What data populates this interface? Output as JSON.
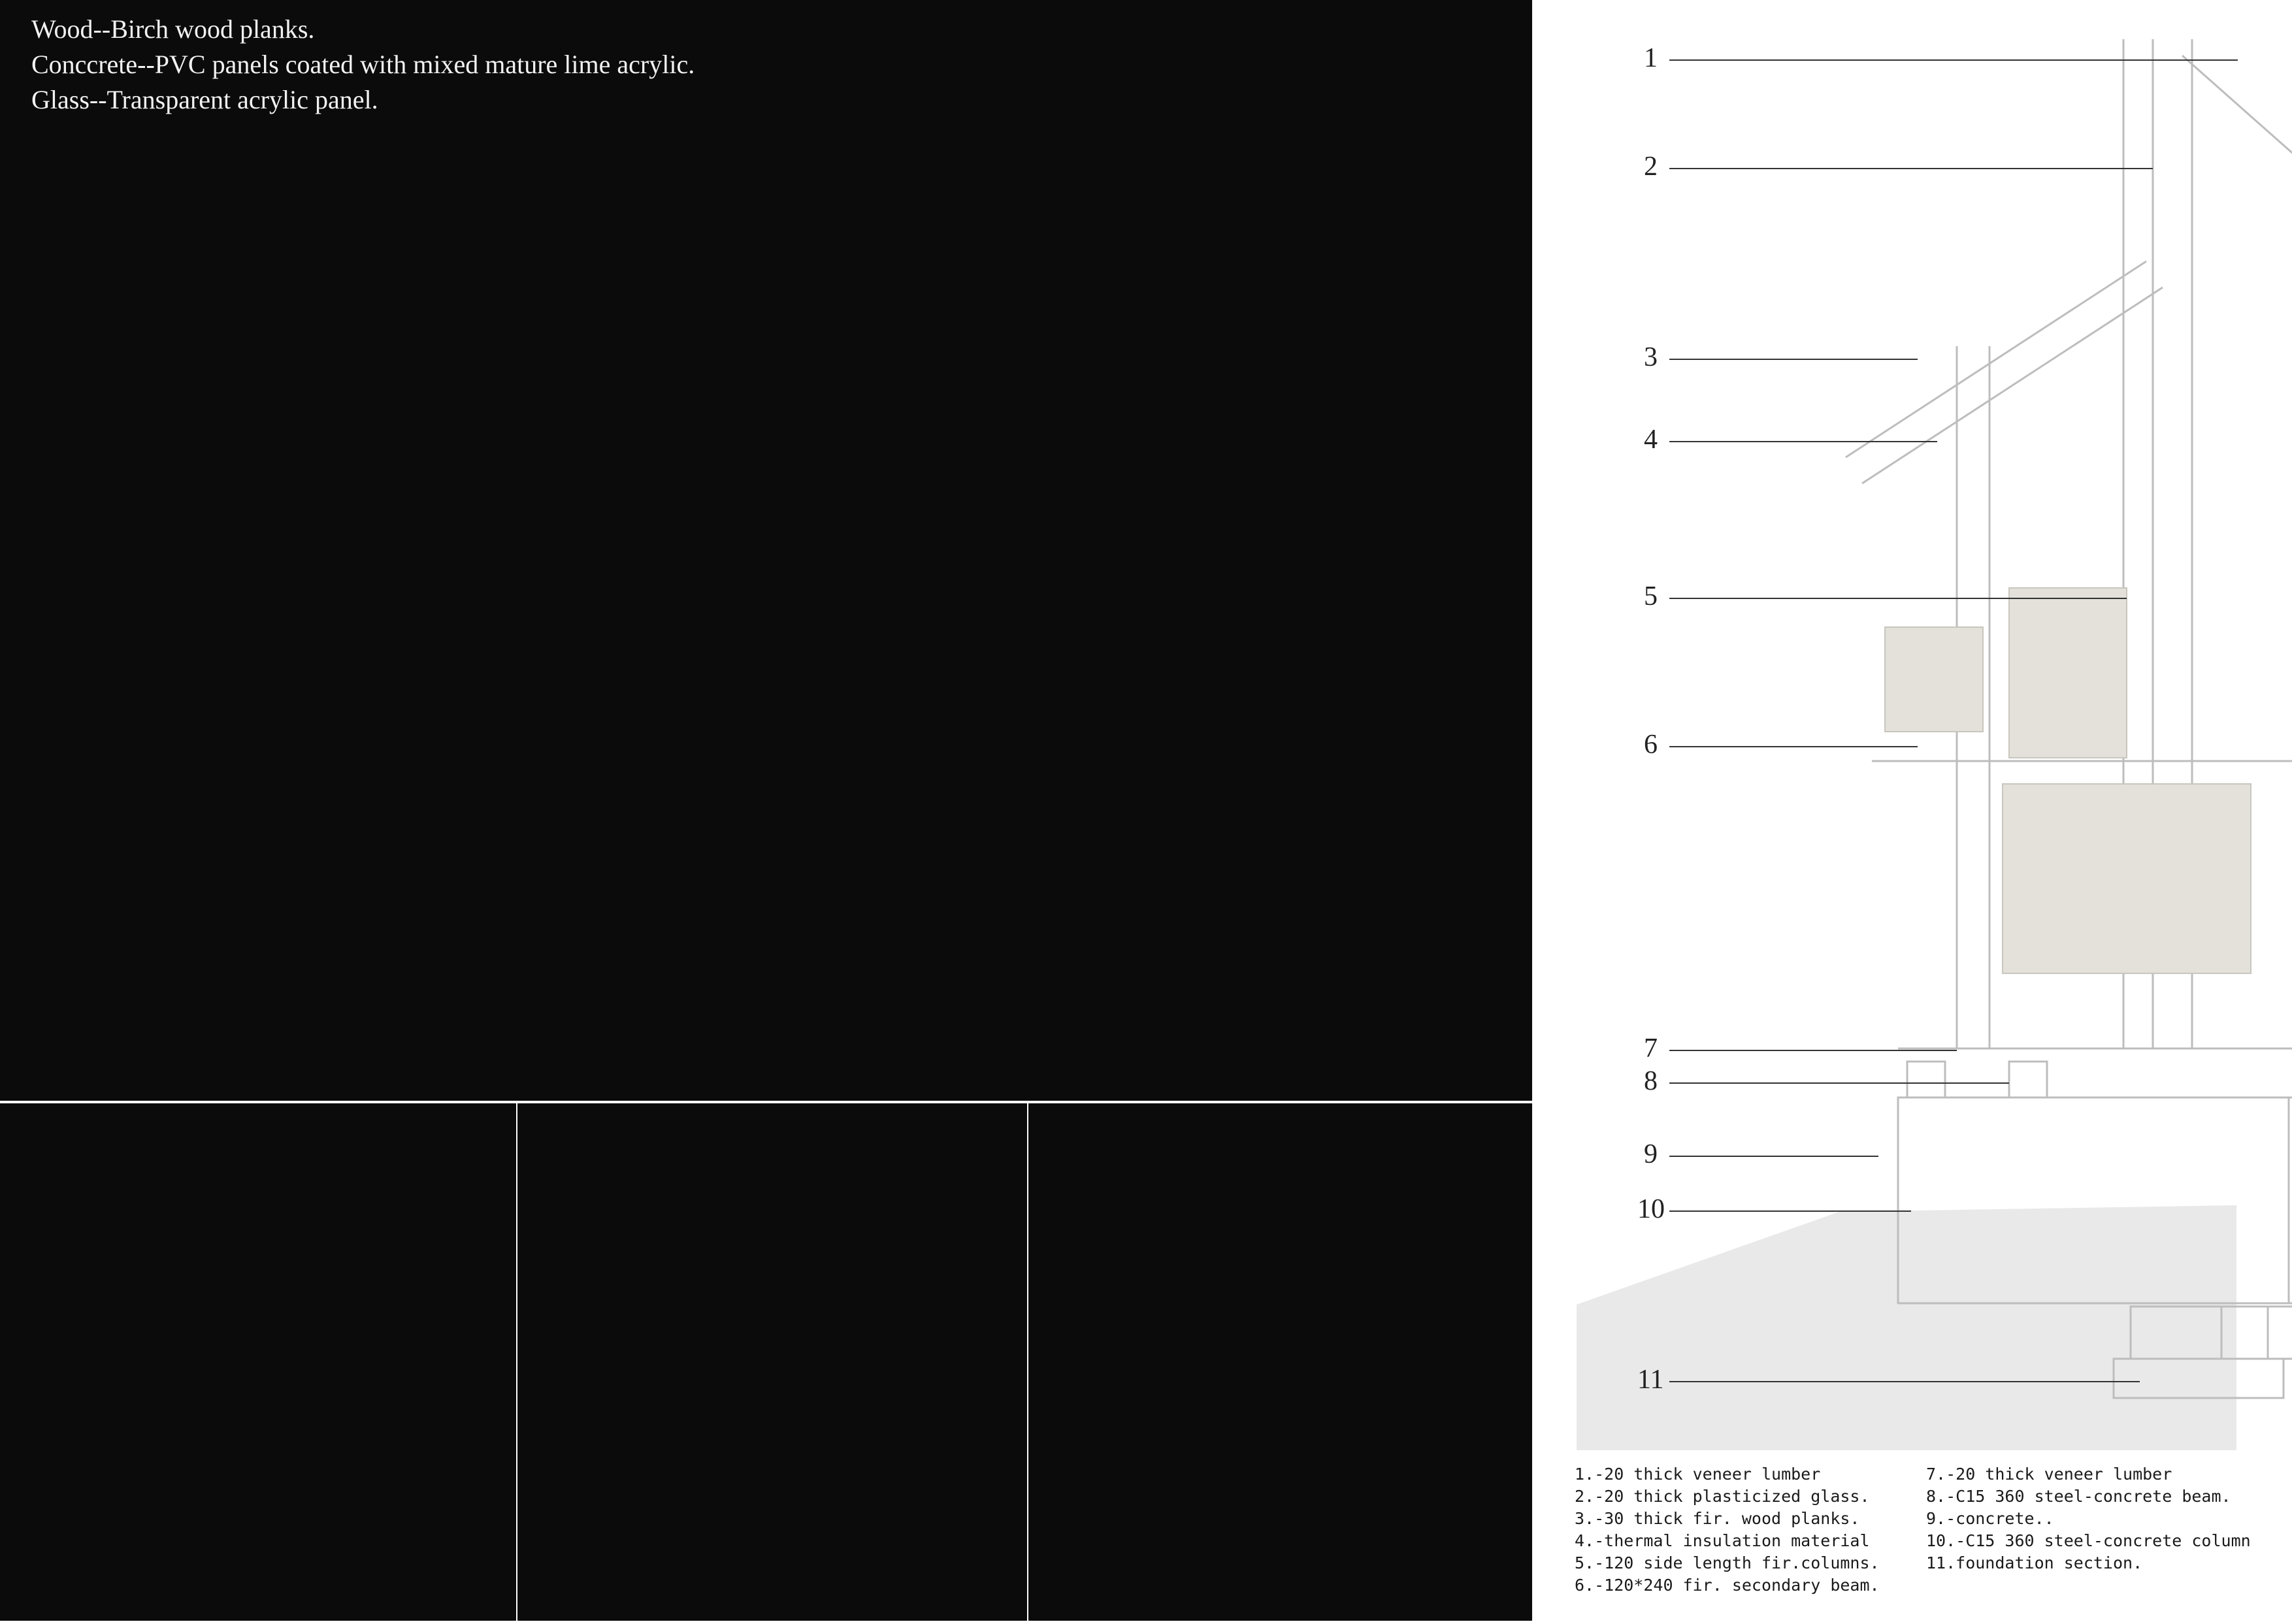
{
  "materials": [
    "Wood--Birch wood planks.",
    "Conccrete--PVC panels coated with mixed mature lime acrylic.",
    "Glass--Transparent acrylic panel."
  ],
  "callouts": [
    "1",
    "2",
    "3",
    "4",
    "5",
    "6",
    "7",
    "8",
    "9",
    "10",
    "11"
  ],
  "legend_left": [
    "1.-20 thick veneer lumber",
    "2.-20 thick plasticized glass.",
    "3.-30 thick fir. wood planks.",
    "4.-thermal insulation material",
    "5.-120 side length fir.columns.",
    "6.-120*240 fir. secondary beam."
  ],
  "legend_right": [
    "7.-20 thick veneer lumber",
    "8.-C15 360 steel-concrete beam.",
    "9.-concrete..",
    "10.-C15 360 steel-concrete column",
    "11.foundation section."
  ]
}
